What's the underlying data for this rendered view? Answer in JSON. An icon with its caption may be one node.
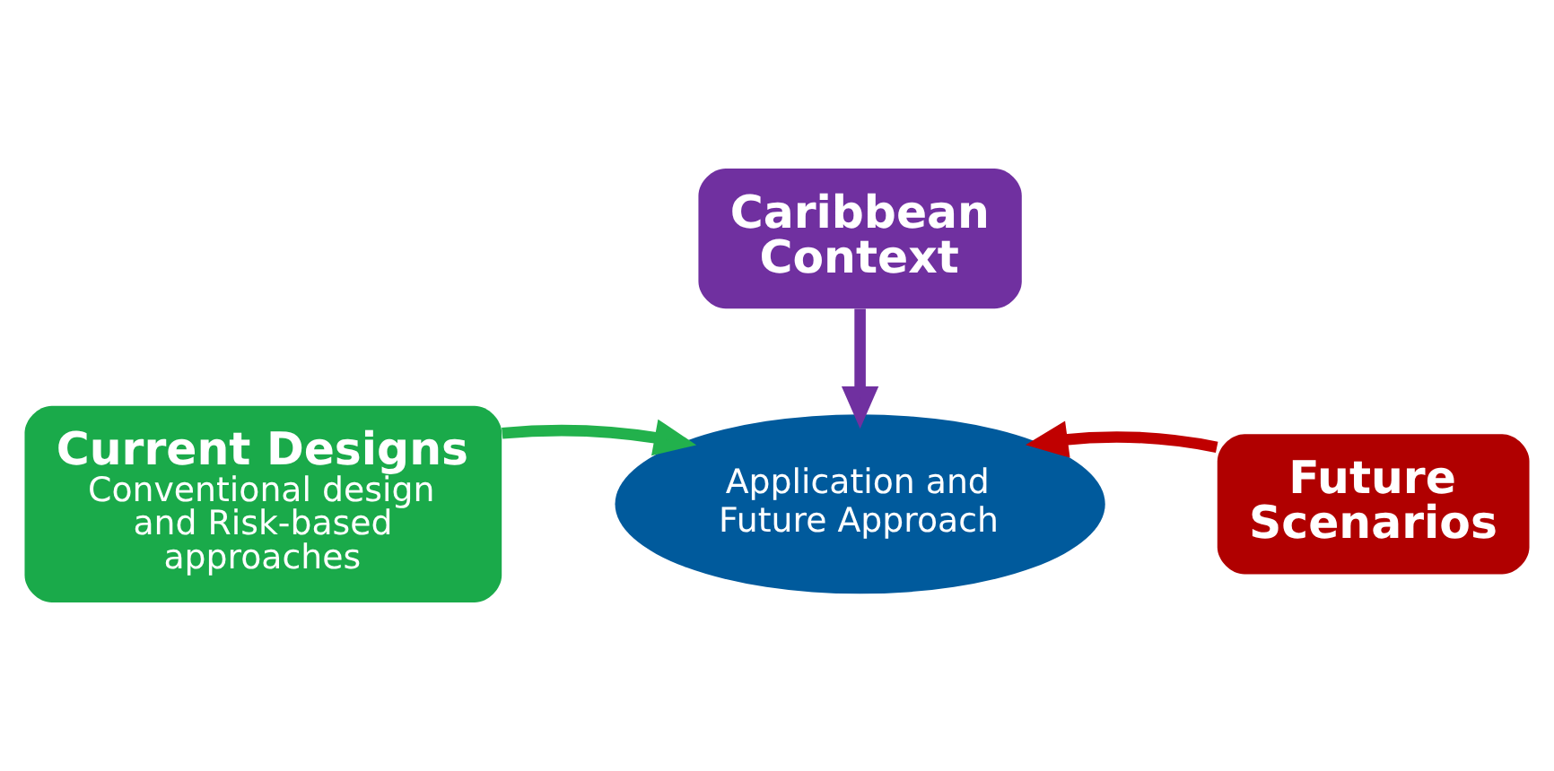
{
  "diagram": {
    "nodes": [
      {
        "text": [
          "Current Designs",
          "Conventional design and Risk-based approaches"
        ]
      },
      {
        "text": [
          "Caribbean Context"
        ]
      },
      {
        "text": [
          "Application and Future Approach"
        ]
      },
      {
        "text": [
          "Future Scenarios"
        ]
      }
    ],
    "edges": [
      {
        "from": 0,
        "to": 2,
        "arrow": "to",
        "color": "#22b14c"
      },
      {
        "from": 1,
        "to": 2,
        "arrow": "to",
        "color": "#7030a0"
      },
      {
        "from": 3,
        "to": 2,
        "arrow": "to",
        "color": "#c00000"
      }
    ]
  }
}
